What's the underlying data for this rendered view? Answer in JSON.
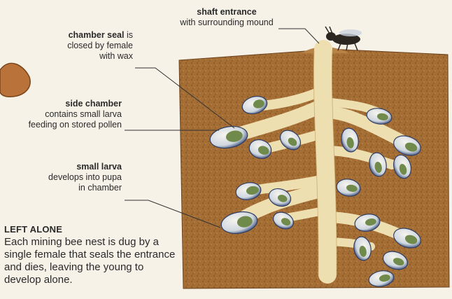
{
  "labels": {
    "shaft": {
      "title": "shaft entrance",
      "line1": "with surrounding mound"
    },
    "seal": {
      "title": "chamber seal",
      "title_suffix": " is",
      "line1": "closed by female",
      "line2": "with wax"
    },
    "side": {
      "title": "side chamber",
      "line1": "contains small larva",
      "line2": "feeding on stored pollen"
    },
    "larva": {
      "title": "small larva",
      "line1": "develops into pupa",
      "line2": "in chamber"
    }
  },
  "caption": {
    "title": "LEFT ALONE",
    "body": "Each mining bee nest is dug by a single female that seals the entrance and dies, leaving the young to develop alone."
  },
  "colors": {
    "soil": "#a46e35",
    "tunnel": "#eedfb0",
    "chamber_shell": "#dfe5ea",
    "chamber_shadow": "#3c4f7c",
    "larva": "#6f8a4a",
    "leader": "#333333"
  }
}
